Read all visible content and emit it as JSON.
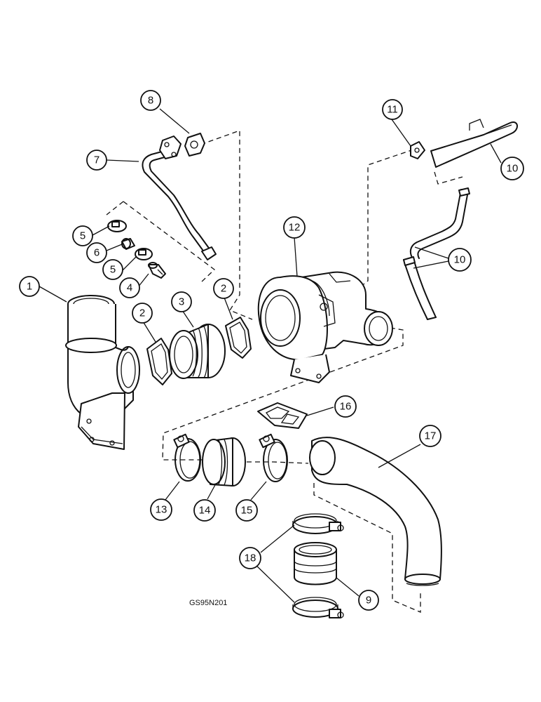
{
  "figure_code": "GS95N201",
  "callouts": [
    {
      "label": "1"
    },
    {
      "label": "2"
    },
    {
      "label": "2"
    },
    {
      "label": "3"
    },
    {
      "label": "4"
    },
    {
      "label": "5"
    },
    {
      "label": "5"
    },
    {
      "label": "6"
    },
    {
      "label": "7"
    },
    {
      "label": "8"
    },
    {
      "label": "9"
    },
    {
      "label": "10"
    },
    {
      "label": "10"
    },
    {
      "label": "11"
    },
    {
      "label": "12"
    },
    {
      "label": "13"
    },
    {
      "label": "14"
    },
    {
      "label": "15"
    },
    {
      "label": "16"
    },
    {
      "label": "17"
    },
    {
      "label": "18"
    }
  ]
}
